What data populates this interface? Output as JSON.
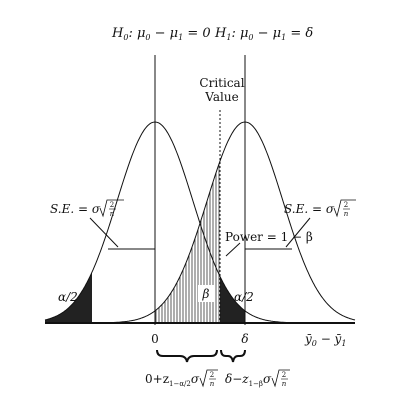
{
  "hypotheses": {
    "h0_label": "H",
    "h0_sub": "0",
    "h0_rest": ": μ",
    "h0_s1": "0",
    "h0_minus": " − μ",
    "h0_s2": "1",
    "h0_eq": " = 0",
    "h1_label": "H",
    "h1_sub": "1",
    "h1_rest": ": μ",
    "h1_s1": "0",
    "h1_minus": " − μ",
    "h1_s2": "1",
    "h1_eq": " = δ"
  },
  "critical": {
    "line1": "Critical",
    "line2": "Value"
  },
  "se_left": {
    "prefix": "S.E. = σ",
    "num": "2",
    "den": "n"
  },
  "se_right": {
    "prefix": "S.E. = σ",
    "num": "2",
    "den": "n"
  },
  "power": {
    "text": "Power = 1 − β"
  },
  "alpha_left": "α/2",
  "alpha_right": "α/2",
  "beta": "β",
  "axis": {
    "zero": "0",
    "delta": "δ",
    "xvar": "ȳ",
    "xvar_s0": "0",
    "xvar_mid": " − ȳ",
    "xvar_s1": "1"
  },
  "brace_left": {
    "prefix": "0+z",
    "sub": "1−α/2",
    "sigma": "σ",
    "num": "2",
    "den": "n"
  },
  "brace_right": {
    "prefix": "δ−z",
    "sub": "1−β",
    "sigma": "σ",
    "num": "2",
    "den": "n"
  }
}
